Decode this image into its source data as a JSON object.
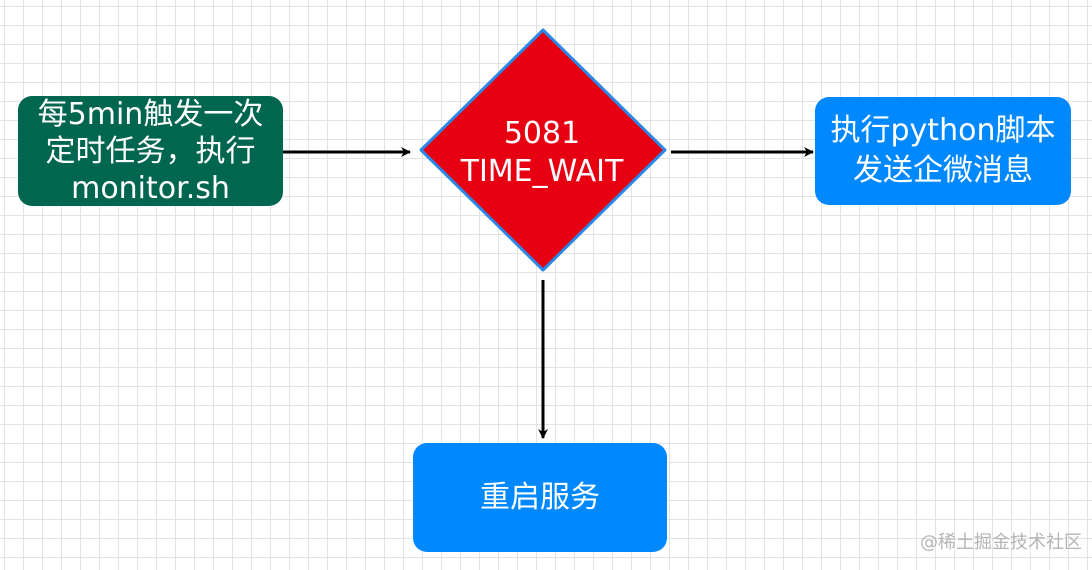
{
  "nodes": {
    "start": {
      "lines": [
        "每5min触发一次",
        "定时任务，执行",
        "monitor.sh"
      ],
      "fill": "#00664f"
    },
    "decision": {
      "lines": [
        "5081",
        "TIME_WAIT"
      ],
      "fill": "#e60012",
      "stroke": "#2b88e6"
    },
    "notify": {
      "lines": [
        "执行python脚本",
        "发送企微消息"
      ],
      "fill": "#0088ff"
    },
    "restart": {
      "lines": [
        "重启服务"
      ],
      "fill": "#0088ff"
    }
  },
  "edges": [
    {
      "from": "start",
      "to": "decision"
    },
    {
      "from": "decision",
      "to": "notify"
    },
    {
      "from": "decision",
      "to": "restart"
    }
  ],
  "colors": {
    "edge": "#000000",
    "grid": "#e3e3e3",
    "background": "#ffffff"
  },
  "watermark": {
    "text": "@稀土掘金技术社区"
  }
}
